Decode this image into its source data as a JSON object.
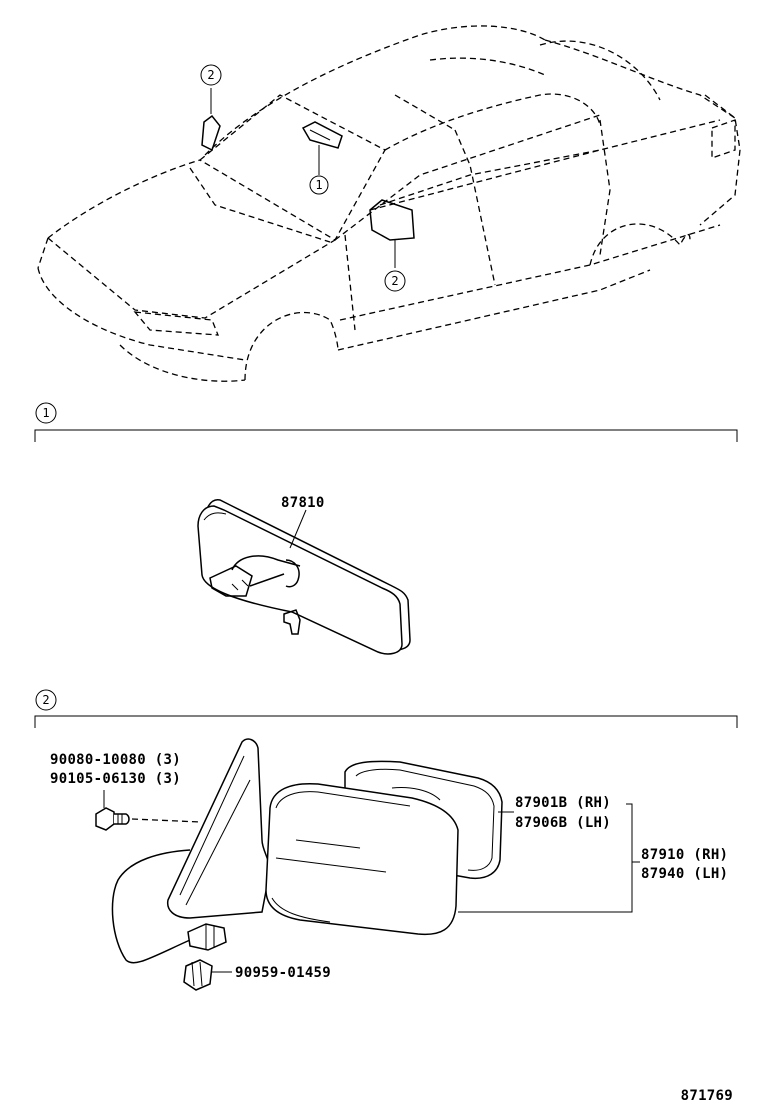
{
  "callouts": {
    "one": "1",
    "two": "2"
  },
  "section1": {
    "marker": "1",
    "parts": {
      "inner_mirror": "87810"
    }
  },
  "section2": {
    "marker": "2",
    "parts": {
      "bolt_a": "90080-10080 (3)",
      "bolt_b": "90105-06130 (3)",
      "mirror_glass_rh": "87901B (RH)",
      "mirror_glass_lh": "87906B (LH)",
      "mirror_assy_rh": "87910 (RH)",
      "mirror_assy_lh": "87940 (LH)",
      "clip": "90959-01459"
    }
  },
  "figure_number": "871769"
}
